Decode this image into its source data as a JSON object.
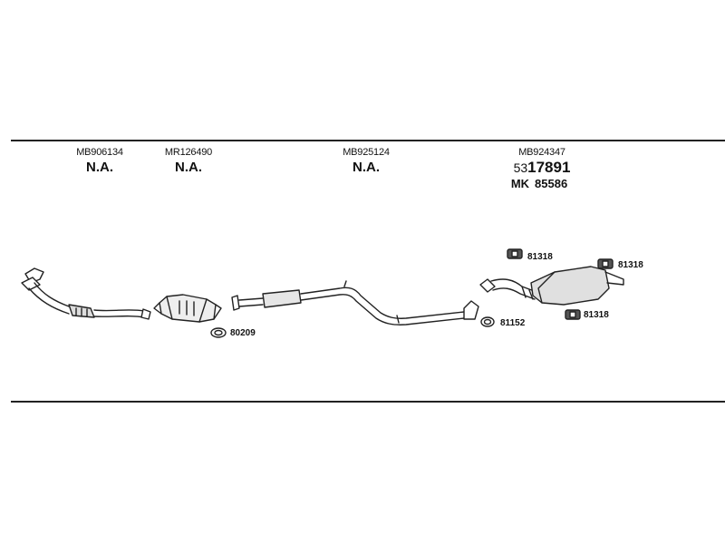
{
  "sections": [
    {
      "part_number": "MB906134",
      "status": "N.A."
    },
    {
      "part_number": "MR126490",
      "status": "N.A."
    },
    {
      "part_number": "MB925124",
      "status": "N.A."
    },
    {
      "part_number": "MB924347",
      "ref_prefix": "53",
      "ref_main": "17891",
      "ref_mk_label": "MK",
      "ref_mk_number": "85586"
    }
  ],
  "callouts": {
    "gasket_cat": "80209",
    "gasket_rear": "81152",
    "hanger_top": "81318",
    "hanger_right": "81318",
    "hanger_bottom": "81318"
  }
}
